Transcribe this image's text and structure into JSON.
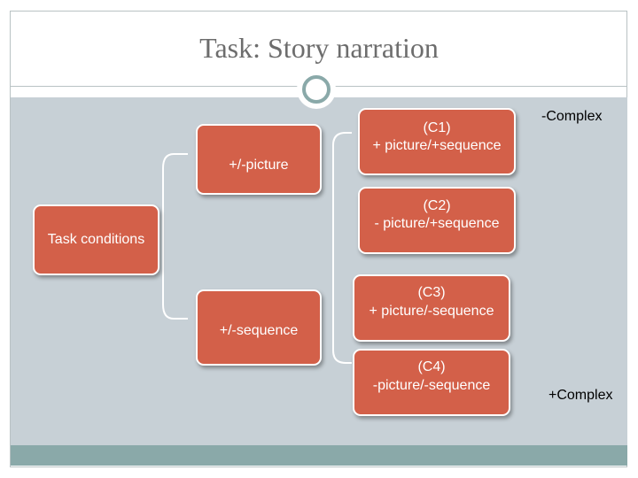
{
  "title": "Task: Story narration",
  "root": {
    "label": "Task conditions"
  },
  "factors": [
    {
      "label": "+/-picture"
    },
    {
      "label": "+/-sequence"
    }
  ],
  "conditions": [
    {
      "id": "(C1)",
      "label": "+ picture/+sequence"
    },
    {
      "id": "(C2)",
      "label": "- picture/+sequence"
    },
    {
      "id": "(C3)",
      "label": "+ picture/-sequence"
    },
    {
      "id": "(C4)",
      "label": "-picture/-sequence"
    }
  ],
  "complexity": {
    "top": "-Complex",
    "bottom": "+Complex"
  },
  "colors": {
    "box": "#d36049",
    "content_bg": "#c7d0d6",
    "accent": "#8aa9a9",
    "title": "#6d6d6d"
  }
}
